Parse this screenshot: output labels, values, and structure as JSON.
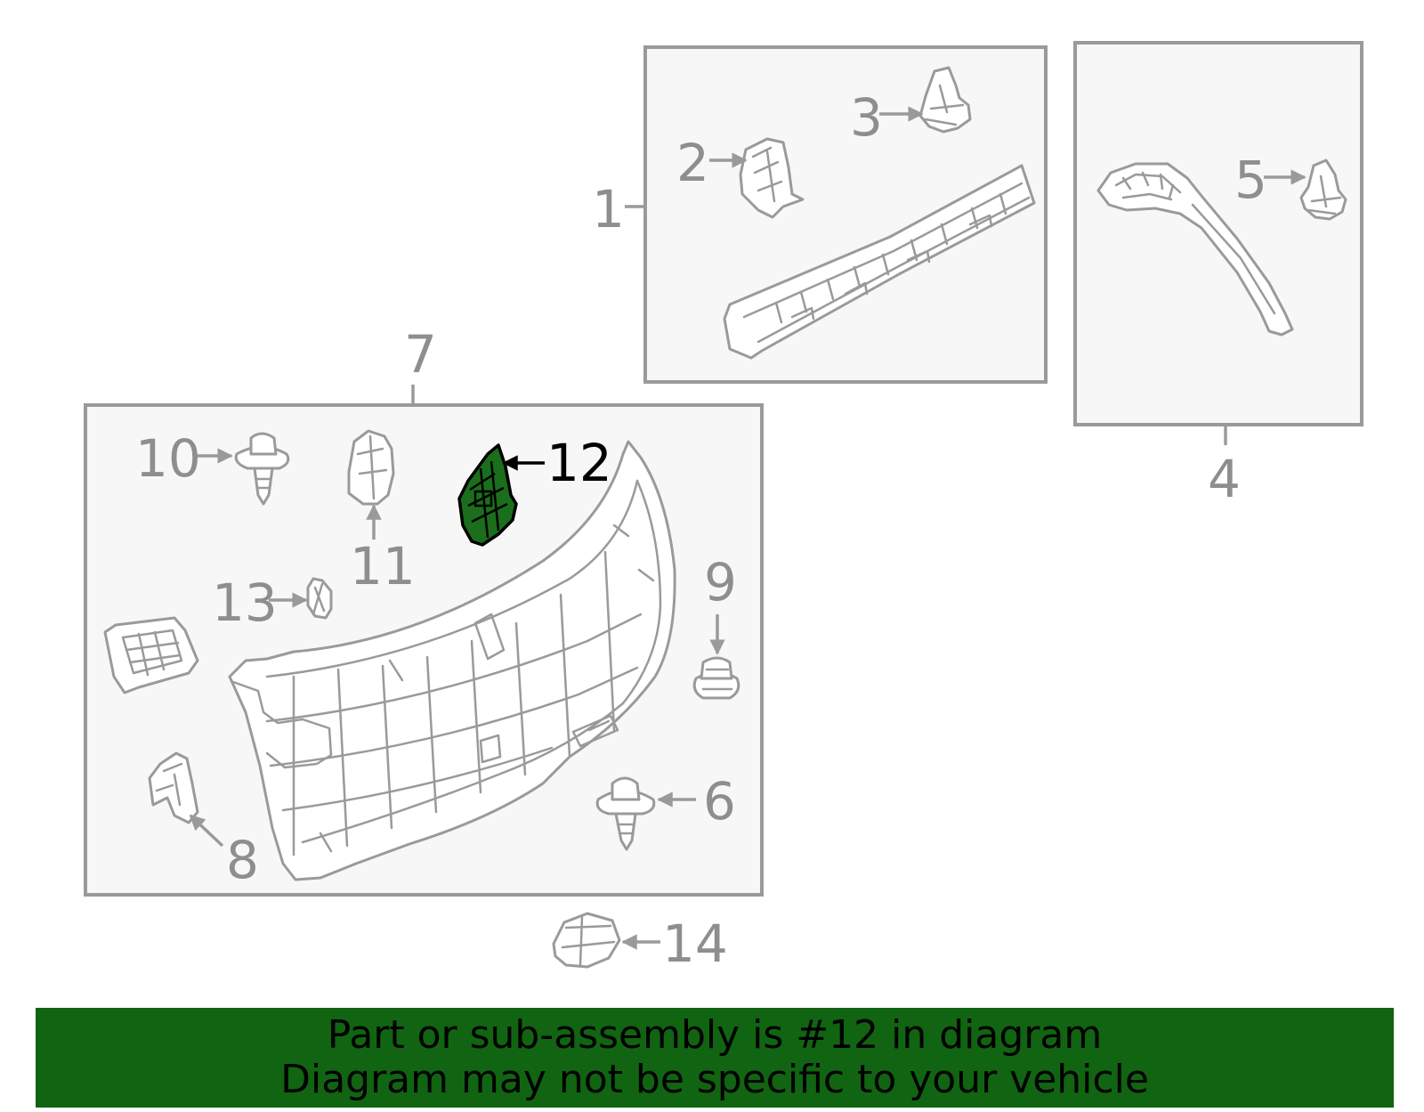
{
  "callouts": {
    "c1": "1",
    "c2": "2",
    "c3": "3",
    "c4": "4",
    "c5": "5",
    "c6": "6",
    "c7": "7",
    "c8": "8",
    "c9": "9",
    "c10": "10",
    "c11": "11",
    "c12": "12",
    "c13": "13",
    "c14": "14"
  },
  "highlight": {
    "part_number": "12",
    "color": "#1b6e1b"
  },
  "banner": {
    "line1": "Part or sub-assembly is #12 in diagram",
    "line2": "Diagram may not be specific to your vehicle",
    "color": "#116411"
  }
}
